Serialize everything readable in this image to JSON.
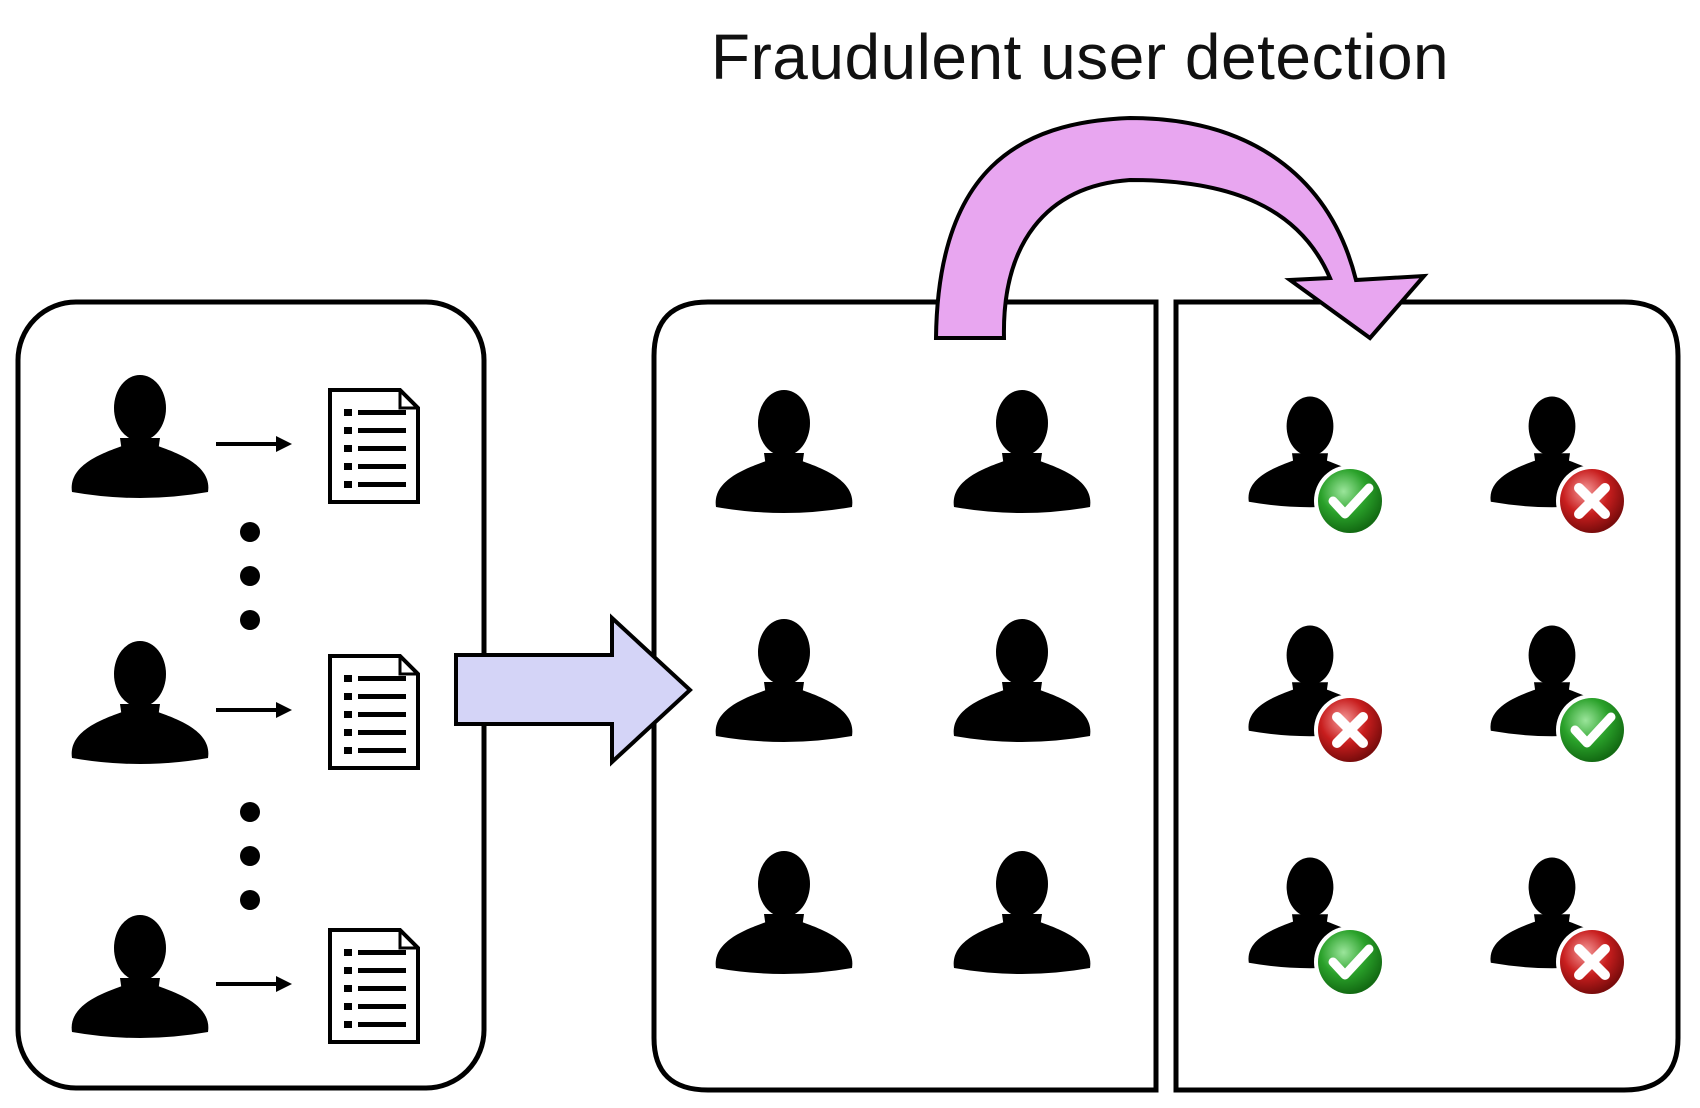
{
  "title": "Fraudulent user detection",
  "colors": {
    "transfer_arrow_fill": "#d4d4f7",
    "detection_arrow_fill": "#e8a6f0",
    "outline": "#000000",
    "valid_badge": "#2aa12a",
    "fraud_badge": "#c81e1e"
  },
  "icons": {
    "user": "user-silhouette-icon",
    "record": "document-list-icon",
    "valid": "green-check-badge-icon",
    "fraud": "red-x-badge-icon"
  },
  "input_panel": {
    "rows": [
      "user-record",
      "user-record",
      "user-record"
    ],
    "ellipses": 2
  },
  "user_pool": {
    "count": 6
  },
  "classified_users": [
    {
      "status": "valid"
    },
    {
      "status": "fraud"
    },
    {
      "status": "fraud"
    },
    {
      "status": "valid"
    },
    {
      "status": "valid"
    },
    {
      "status": "fraud"
    }
  ]
}
